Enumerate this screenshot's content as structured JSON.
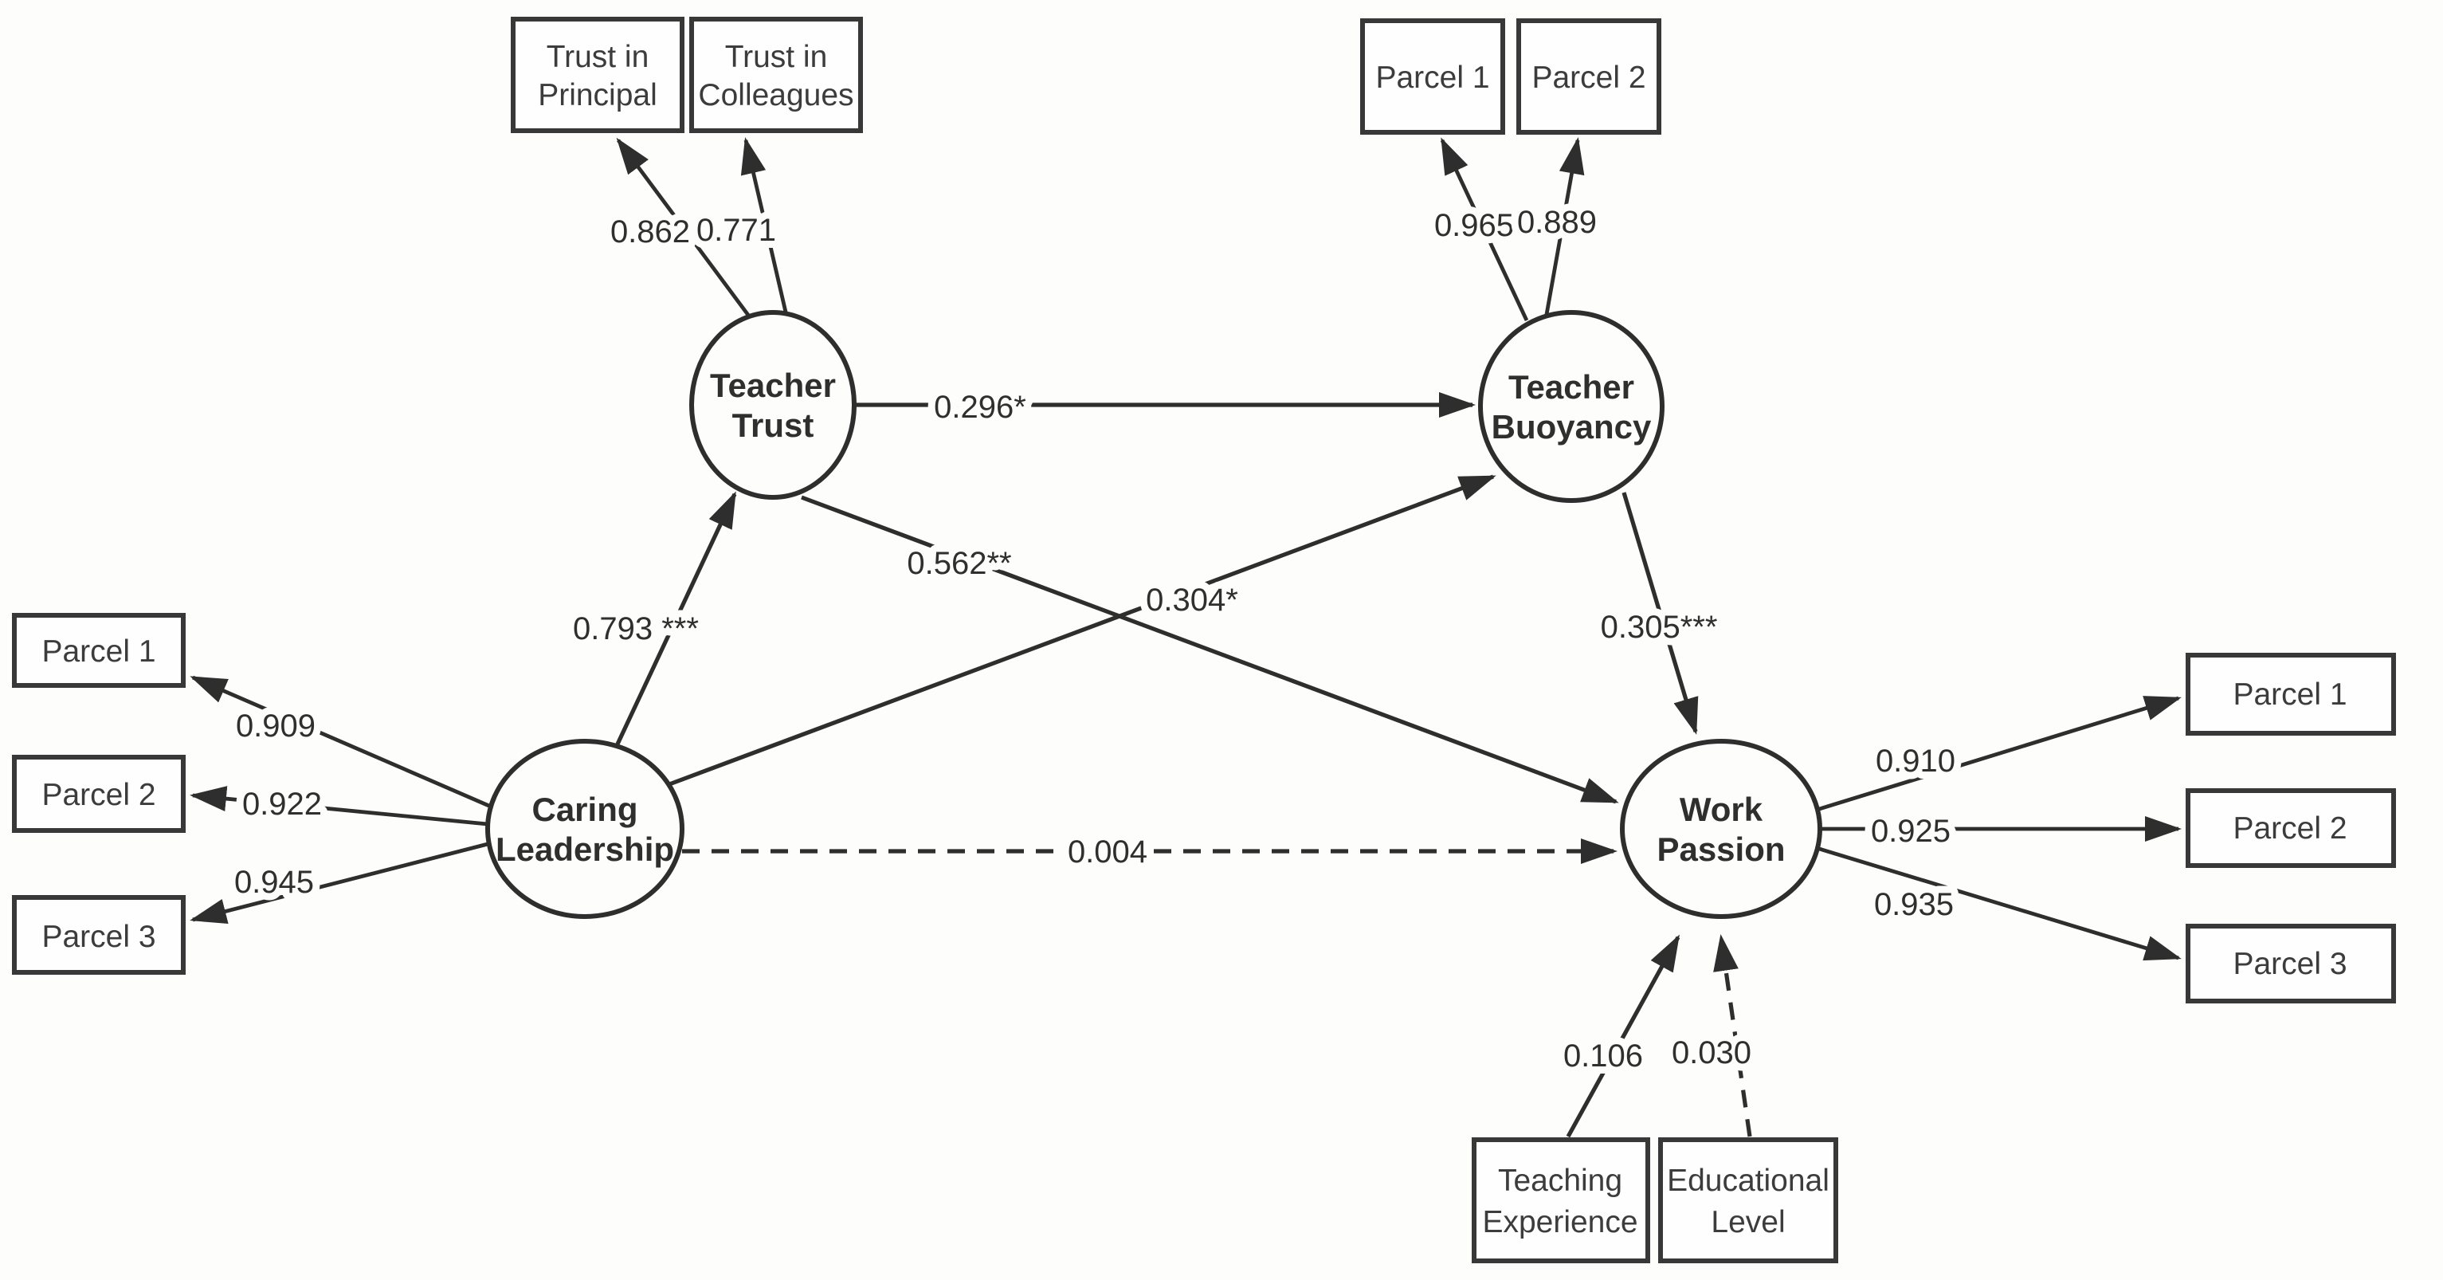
{
  "diagram": {
    "title": "Structural equation model: caring leadership, teacher trust, teacher buoyancy and work passion",
    "background_color": "#fdfdfc",
    "line_color": "#2e2e2e",
    "text_color": "#2f2f2f"
  },
  "latent": {
    "teacher_trust": {
      "line1": "Teacher",
      "line2": "Trust"
    },
    "teacher_buoyancy": {
      "line1": "Teacher",
      "line2": "Buoyancy"
    },
    "caring_leadership": {
      "line1": "Caring",
      "line2": "Leadership"
    },
    "work_passion": {
      "line1": "Work",
      "line2": "Passion"
    }
  },
  "observed": {
    "tt_ind1": {
      "line1": "Trust in",
      "line2": "Principal"
    },
    "tt_ind2": {
      "line1": "Trust in",
      "line2": "Colleagues"
    },
    "tb_parcel1": "Parcel 1",
    "tb_parcel2": "Parcel 2",
    "cl_parcel1": "Parcel 1",
    "cl_parcel2": "Parcel 2",
    "cl_parcel3": "Parcel 3",
    "wp_parcel1": "Parcel 1",
    "wp_parcel2": "Parcel 2",
    "wp_parcel3": "Parcel 3",
    "control1": {
      "line1": "Teaching",
      "line2": "Experience"
    },
    "control2": {
      "line1": "Educational",
      "line2": "Level"
    }
  },
  "loadings": {
    "tt_ind1": "0.862",
    "tt_ind2": "0.771",
    "tb_parcel1": "0.965",
    "tb_parcel2": "0.889",
    "cl_parcel1": "0.909",
    "cl_parcel2": "0.922",
    "cl_parcel3": "0.945",
    "wp_parcel1": "0.910",
    "wp_parcel2": "0.925",
    "wp_parcel3": "0.935"
  },
  "paths": {
    "tt_to_tb": "0.296*",
    "cl_to_tt": "0.793 ***",
    "tt_to_wp": "0.562**",
    "cl_to_tb": "0.304*",
    "tb_to_wp": "0.305***",
    "cl_to_wp": "0.004",
    "control1_to_wp": "0.106",
    "control2_to_wp": "0.030"
  }
}
